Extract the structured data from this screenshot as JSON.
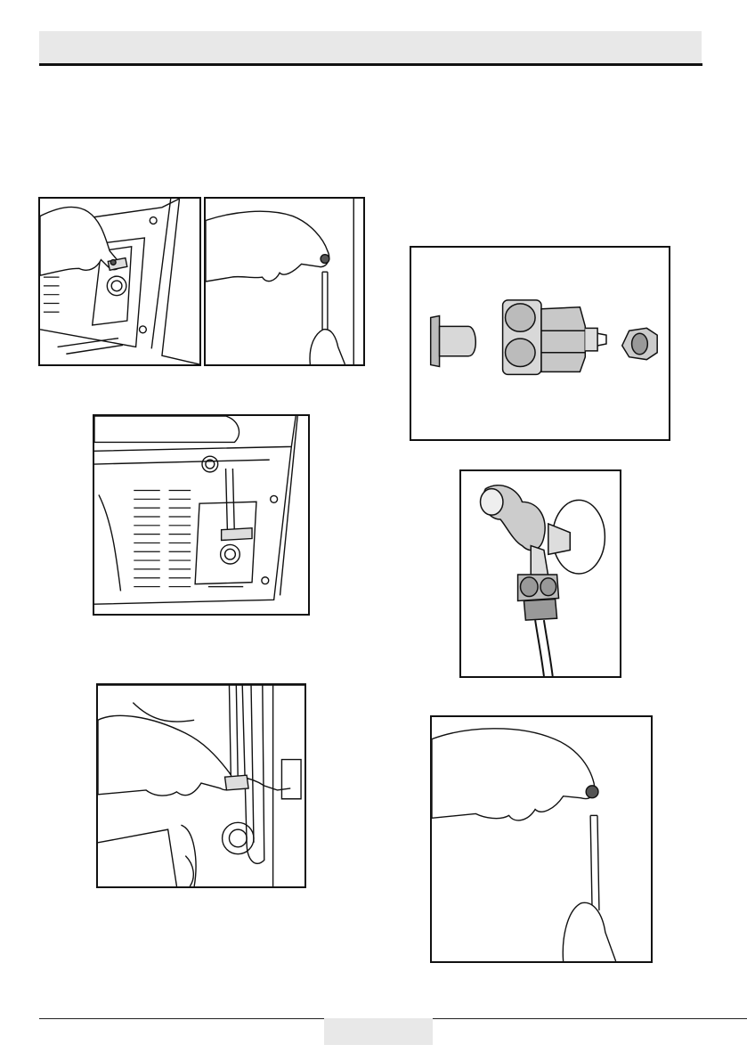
{
  "header": {
    "title": ""
  },
  "figures": [
    {
      "icon": "refrigerator-back-panel-fitting"
    },
    {
      "icon": "hand-holding-nut-over-pipe"
    },
    {
      "icon": "refrigerator-back-panel-pipe-clip"
    },
    {
      "icon": "pipe-clip-attachment-closeup"
    },
    {
      "icon": "water-connector-parts"
    },
    {
      "icon": "angle-valve-with-pipe"
    },
    {
      "icon": "hand-holding-nut-over-pipe"
    }
  ],
  "footer": {
    "page_number": ""
  }
}
